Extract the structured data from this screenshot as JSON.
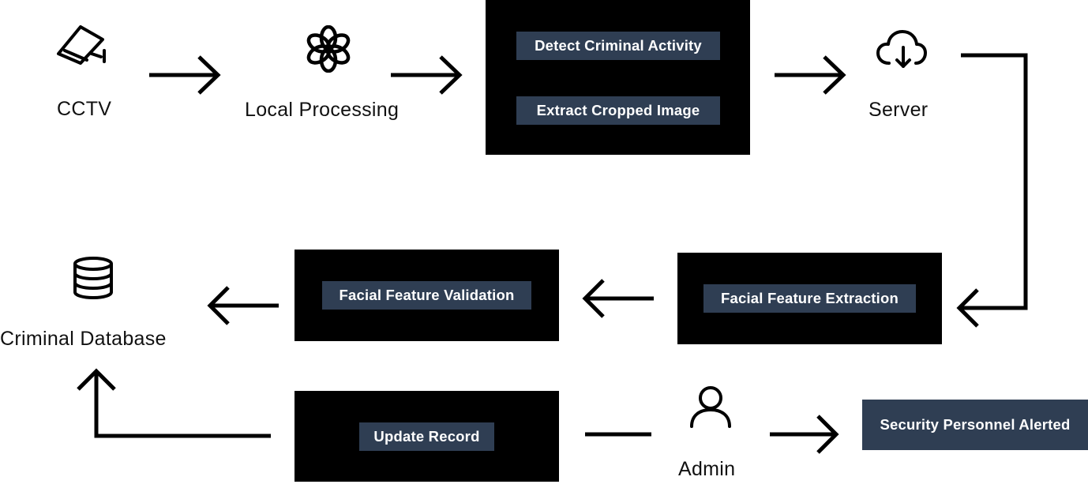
{
  "nodes": {
    "cctv": {
      "label": "CCTV",
      "icon": "cctv-camera-icon"
    },
    "local_processing": {
      "label": "Local Processing",
      "icon": "openai-logo-icon"
    },
    "detection_block": {
      "steps": [
        "Detect Criminal Activity",
        "Extract Cropped Image"
      ]
    },
    "server": {
      "label": "Server",
      "icon": "cloud-download-icon"
    },
    "facial_feature_extraction": {
      "label": "Facial Feature Extraction"
    },
    "facial_feature_validation": {
      "label": "Facial Feature Validation"
    },
    "criminal_database": {
      "label": "Criminal Database",
      "icon": "database-icon"
    },
    "update_record": {
      "label": "Update Record"
    },
    "admin": {
      "label": "Admin",
      "icon": "user-icon"
    },
    "security_alert": {
      "label": "Security Personnel Alerted"
    }
  },
  "colors": {
    "block_background": "#000000",
    "pill_background": "#2f3e53",
    "pill_text": "#ffffff",
    "stroke": "#000000",
    "label_text": "#111111"
  }
}
